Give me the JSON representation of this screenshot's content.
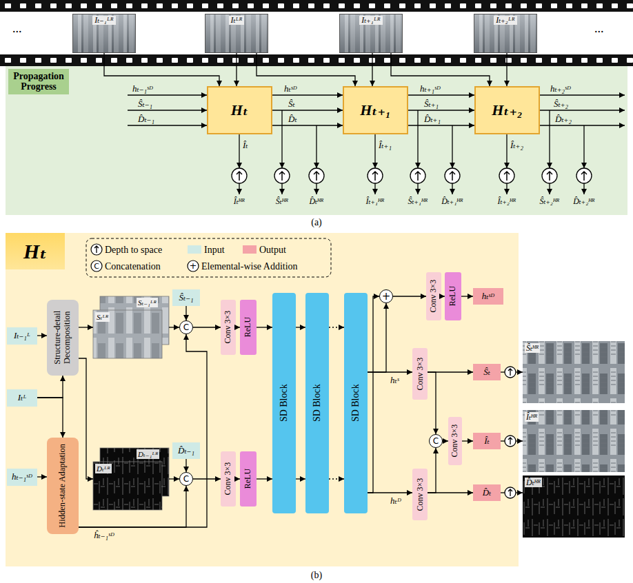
{
  "diagram": {
    "nodes": [
      {
        "text": [
          "Iₜ₋₁ᴸᴿ"
        ]
      },
      {
        "text": [
          "Iₜᴸᴿ"
        ]
      },
      {
        "text": [
          "Iₜ₊₁ᴸᴿ"
        ]
      },
      {
        "text": [
          "Iₜ₊₂ᴸᴿ"
        ]
      },
      {
        "text": [
          "Propagation Progress"
        ]
      },
      {
        "text": [
          "Hₜ"
        ],
        "in": 4
      },
      {
        "text": [
          "Hₜ₊₁"
        ],
        "in": 4
      },
      {
        "text": [
          "Hₜ₊₂"
        ],
        "in": 4
      },
      {
        "text": [
          "Hₜ"
        ]
      },
      {
        "text": [
          "Iₜ₋₁ᴸ"
        ],
        "in": 8
      },
      {
        "text": [
          "Iₜᴸ"
        ],
        "in": 8
      },
      {
        "text": [
          "hₜ₋₁ˢᴰ"
        ],
        "in": 8
      },
      {
        "text": [
          "Structure-detail Decomposition"
        ],
        "in": 8
      },
      {
        "text": [
          "Hidden-state Adaptation"
        ],
        "in": 8
      },
      {
        "text": [
          "Ŝₜ₋₁"
        ],
        "in": 8
      },
      {
        "text": [
          "D̂ₜ₋₁"
        ],
        "in": 8
      },
      {
        "text": [
          "C"
        ],
        "in": 8
      },
      {
        "text": [
          "C"
        ],
        "in": 8
      },
      {
        "text": [
          "Conv 3×3"
        ],
        "in": 8
      },
      {
        "text": [
          "ReLU"
        ],
        "in": 8
      },
      {
        "text": [
          "Conv 3×3"
        ],
        "in": 8
      },
      {
        "text": [
          "ReLU"
        ],
        "in": 8
      },
      {
        "text": [
          "SD Block"
        ],
        "in": 8
      },
      {
        "text": [
          "SD Block"
        ],
        "in": 8
      },
      {
        "text": [
          "SD Block"
        ],
        "in": 8
      },
      {
        "text": [
          "+"
        ],
        "in": 8
      },
      {
        "text": [
          "Conv 3×3"
        ],
        "in": 8
      },
      {
        "text": [
          "ReLU"
        ],
        "in": 8
      },
      {
        "text": [
          "hₜˢᴰ"
        ],
        "in": 8
      },
      {
        "text": [
          "Conv 3×3"
        ],
        "in": 8
      },
      {
        "text": [
          "Conv 3×3"
        ],
        "in": 8
      },
      {
        "text": [
          "C"
        ],
        "in": 8
      },
      {
        "text": [
          "Conv 3×3"
        ],
        "in": 8
      },
      {
        "text": [
          "Ŝₜ"
        ],
        "in": 8
      },
      {
        "text": [
          "Îₜ"
        ],
        "in": 8
      },
      {
        "text": [
          "D̂ₜ"
        ],
        "in": 8
      }
    ],
    "edges": [
      {
        "from": 0,
        "to": 5,
        "arrow": "to"
      },
      {
        "from": 1,
        "to": 5,
        "arrow": "to"
      },
      {
        "from": 1,
        "to": 6,
        "arrow": "to"
      },
      {
        "from": 2,
        "to": 6,
        "arrow": "to"
      },
      {
        "from": 2,
        "to": 7,
        "arrow": "to"
      },
      {
        "from": 3,
        "to": 7,
        "arrow": "to"
      },
      {
        "from": 5,
        "to": 6,
        "label": "hₜˢᴰ",
        "arrow": "to"
      },
      {
        "from": 5,
        "to": 6,
        "label": "Ŝₜ",
        "arrow": "to"
      },
      {
        "from": 5,
        "to": 6,
        "label": "D̂ₜ",
        "arrow": "to"
      },
      {
        "from": 6,
        "to": 7,
        "label": "hₜ₊₁ˢᴰ",
        "arrow": "to"
      },
      {
        "from": 6,
        "to": 7,
        "label": "Ŝₜ₊₁",
        "arrow": "to"
      },
      {
        "from": 6,
        "to": 7,
        "label": "D̂ₜ₊₁",
        "arrow": "to"
      },
      {
        "from": 9,
        "to": 12,
        "arrow": "to"
      },
      {
        "from": 10,
        "to": 12,
        "arrow": "to"
      },
      {
        "from": 10,
        "to": 13,
        "arrow": "to"
      },
      {
        "from": 11,
        "to": 13,
        "arrow": "to"
      },
      {
        "from": 13,
        "to": 16,
        "label": "ĥₜ₋₁ˢᴰ",
        "arrow": "to"
      },
      {
        "from": 13,
        "to": 17,
        "arrow": "to"
      },
      {
        "from": 14,
        "to": 16,
        "arrow": "to"
      },
      {
        "from": 15,
        "to": 17,
        "arrow": "to"
      },
      {
        "from": 16,
        "to": 18,
        "arrow": "to"
      },
      {
        "from": 18,
        "to": 19,
        "arrow": "to"
      },
      {
        "from": 19,
        "to": 22,
        "arrow": "to"
      },
      {
        "from": 17,
        "to": 20,
        "arrow": "to"
      },
      {
        "from": 20,
        "to": 21,
        "arrow": "to"
      },
      {
        "from": 21,
        "to": 22,
        "arrow": "to"
      },
      {
        "from": 22,
        "to": 23,
        "arrow": "to"
      },
      {
        "from": 22,
        "to": 23,
        "arrow": "to"
      },
      {
        "from": 23,
        "to": 24,
        "arrow": "to"
      },
      {
        "from": 23,
        "to": 24,
        "arrow": "to"
      },
      {
        "from": 24,
        "to": 25,
        "arrow": "to"
      },
      {
        "from": 24,
        "to": 25,
        "arrow": "to"
      },
      {
        "from": 24,
        "to": 29,
        "label": "hₜˢ",
        "arrow": "to"
      },
      {
        "from": 24,
        "to": 30,
        "label": "hₜᴰ",
        "arrow": "to"
      },
      {
        "from": 25,
        "to": 26,
        "arrow": "to"
      },
      {
        "from": 26,
        "to": 27,
        "arrow": "to"
      },
      {
        "from": 27,
        "to": 28,
        "arrow": "to"
      },
      {
        "from": 29,
        "to": 33,
        "arrow": "to"
      },
      {
        "from": 29,
        "to": 31,
        "arrow": "to"
      },
      {
        "from": 30,
        "to": 35,
        "arrow": "to"
      },
      {
        "from": 30,
        "to": 31,
        "arrow": "to"
      },
      {
        "from": 31,
        "to": 32,
        "arrow": "to"
      },
      {
        "from": 32,
        "to": 34,
        "arrow": "to"
      }
    ],
    "labels": [
      "...",
      "...",
      "hₜ₋₁ˢᴰ",
      "Ŝₜ₋₁",
      "D̂ₜ₋₁",
      "Îₜ",
      "Îₜ₊₁",
      "Îₜ₊₂",
      "hₜ₊₂ˢᴰ",
      "Ŝₜ₊₂",
      "D̂ₜ₊₂",
      "Îₜᴴᴿ",
      "Ŝₜᴴᴿ",
      "D̂ₜᴴᴿ",
      "Îₜ₊₁ᴴᴿ",
      "Ŝₜ₊₁ᴴᴿ",
      "D̂ₜ₊₁ᴴᴿ",
      "Îₜ₊₂ᴴᴿ",
      "Ŝₜ₊₂ᴴᴿ",
      "D̂ₜ₊₂ᴴᴿ",
      "(a)",
      "C",
      "+",
      "Sₜ₋₁ᴸᴿ",
      "Sₜᴸᴿ",
      "Dₜ₋₁ᴸᴿ",
      "Dₜᴸᴿ",
      "Ŝₜᴴᴿ",
      "Îₜᴴᴿ",
      "D̂ₜᴴᴿ",
      "(b)"
    ],
    "legend": [
      {
        "text": "Depth to space"
      },
      {
        "text": "Input",
        "color": "#cfeae6"
      },
      {
        "text": "Output",
        "color": "#f4a3a8"
      },
      {
        "text": "Concatenation"
      },
      {
        "text": "Elemental-wise Addition"
      }
    ]
  }
}
